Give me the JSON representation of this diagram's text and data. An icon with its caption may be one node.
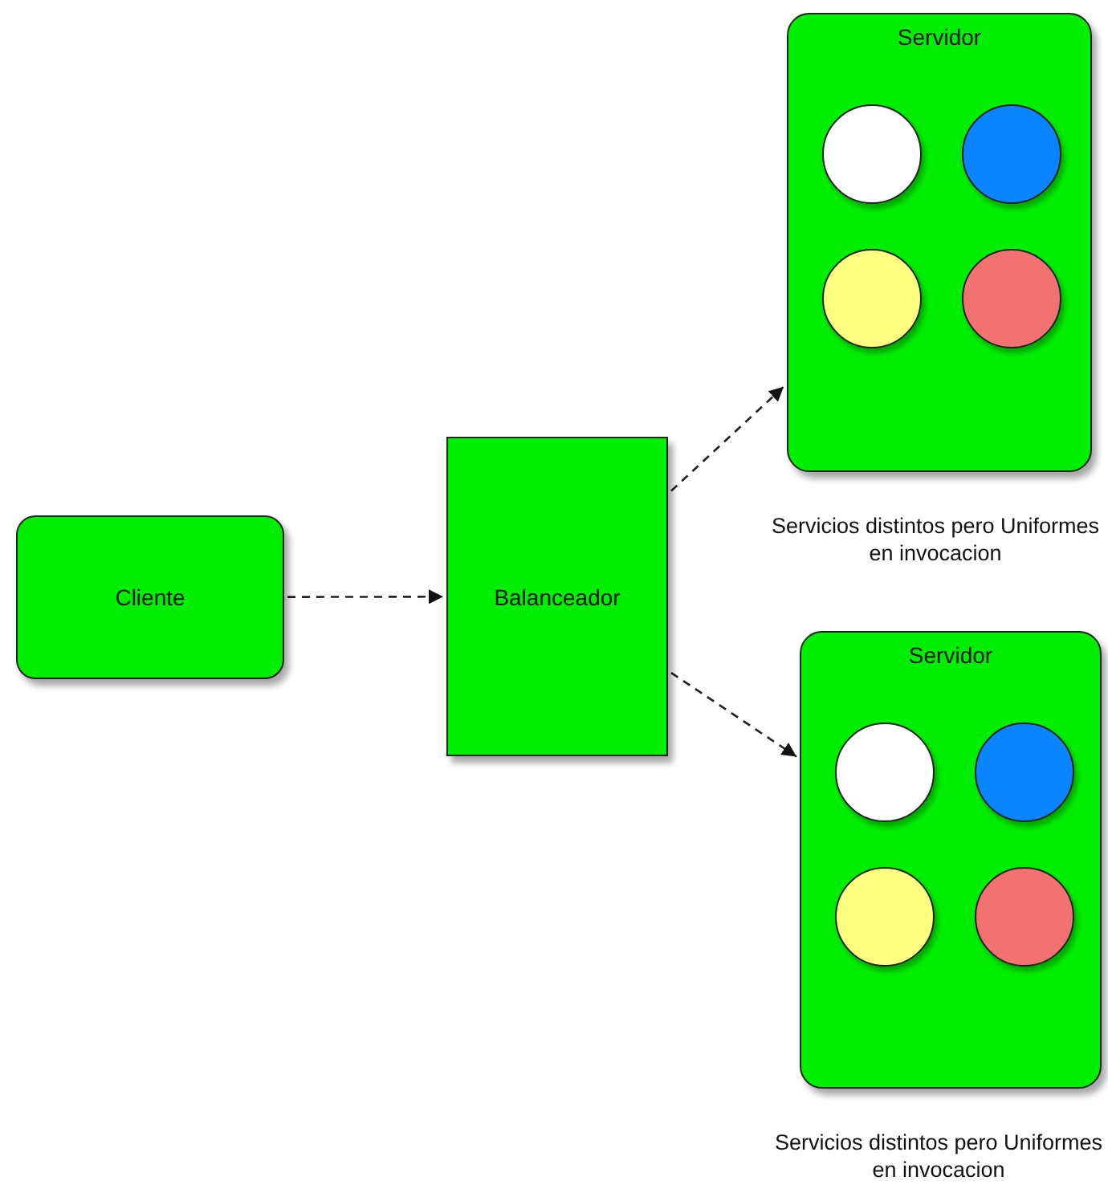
{
  "diagram": {
    "nodes": [
      {
        "text": [
          "Cliente"
        ]
      },
      {
        "text": [
          "Balanceador"
        ]
      },
      {
        "text": [
          "Servidor"
        ],
        "beside": [
          "Servicios distintos pero Uniformes en invocacion"
        ]
      },
      {
        "text": [],
        "shape": "circle",
        "in": 2
      },
      {
        "text": [],
        "shape": "circle",
        "in": 2
      },
      {
        "text": [],
        "shape": "circle",
        "in": 2
      },
      {
        "text": [],
        "shape": "circle",
        "in": 2
      },
      {
        "text": [
          "Servidor"
        ],
        "beside": [
          "Servicios distintos pero Uniformes en invocacion"
        ]
      },
      {
        "text": [],
        "shape": "circle",
        "in": 7
      },
      {
        "text": [],
        "shape": "circle",
        "in": 7
      },
      {
        "text": [],
        "shape": "circle",
        "in": 7
      },
      {
        "text": [],
        "shape": "circle",
        "in": 7
      }
    ],
    "edges": [
      {
        "from": 0,
        "to": 1,
        "arrow": "to",
        "style": "dashed"
      },
      {
        "from": 1,
        "to": 2,
        "arrow": "to",
        "style": "dashed"
      },
      {
        "from": 1,
        "to": 7,
        "arrow": "to",
        "style": "dashed"
      }
    ]
  }
}
